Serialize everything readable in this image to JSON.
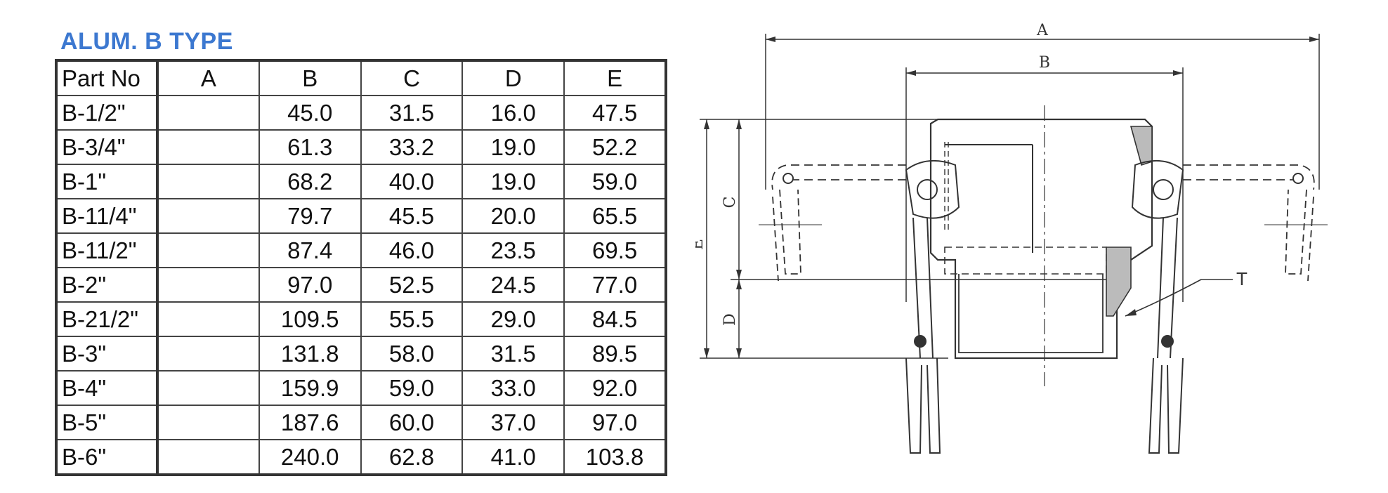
{
  "header": {
    "title": "ALUM. B TYPE"
  },
  "table": {
    "columns": [
      "Part No",
      "A",
      "B",
      "C",
      "D",
      "E"
    ],
    "rows": [
      [
        "B-1/2\"",
        "",
        "45.0",
        "31.5",
        "16.0",
        "47.5"
      ],
      [
        "B-3/4\"",
        "",
        "61.3",
        "33.2",
        "19.0",
        "52.2"
      ],
      [
        "B-1\"",
        "",
        "68.2",
        "40.0",
        "19.0",
        "59.0"
      ],
      [
        "B-11/4\"",
        "",
        "79.7",
        "45.5",
        "20.0",
        "65.5"
      ],
      [
        "B-11/2\"",
        "",
        "87.4",
        "46.0",
        "23.5",
        "69.5"
      ],
      [
        "B-2\"",
        "",
        "97.0",
        "52.5",
        "24.5",
        "77.0"
      ],
      [
        "B-21/2\"",
        "",
        "109.5",
        "55.5",
        "29.0",
        "84.5"
      ],
      [
        "B-3\"",
        "",
        "131.8",
        "58.0",
        "31.5",
        "89.5"
      ],
      [
        "B-4\"",
        "",
        "159.9",
        "59.0",
        "33.0",
        "92.0"
      ],
      [
        "B-5\"",
        "",
        "187.6",
        "60.0",
        "37.0",
        "97.0"
      ],
      [
        "B-6\"",
        "",
        "240.0",
        "62.8",
        "41.0",
        "103.8"
      ]
    ]
  },
  "drawing": {
    "labels": {
      "a": "A",
      "b": "B",
      "c": "C",
      "d": "D",
      "e": "E",
      "t": "T"
    }
  }
}
